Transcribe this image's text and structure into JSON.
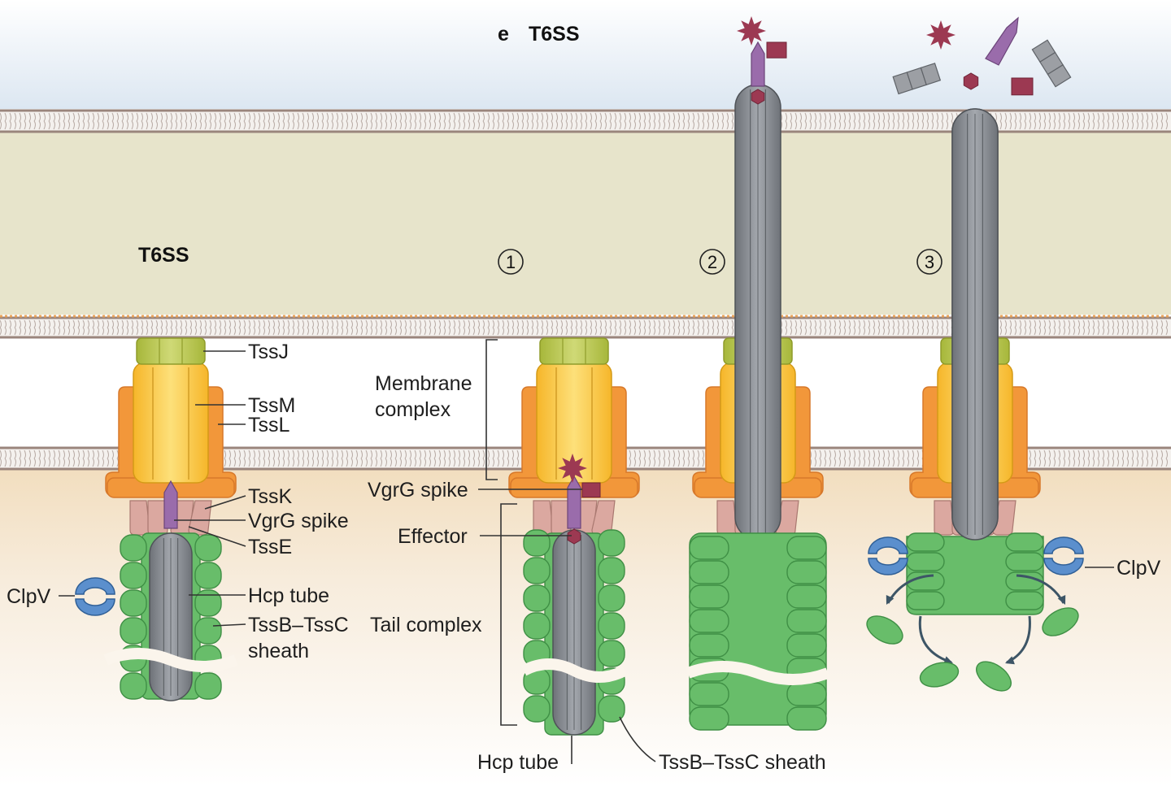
{
  "header": {
    "panel_letter": "e",
    "title": "T6SS"
  },
  "left_panel": {
    "title": "T6SS",
    "labels": {
      "tssj": "TssJ",
      "tssm": "TssM",
      "tssl": "TssL",
      "tssk": "TssK",
      "vgrg": "VgrG spike",
      "tsse": "TssE",
      "clpv": "ClpV",
      "hcp": "Hcp tube",
      "sheath_line1": "TssB–TssC",
      "sheath_line2": "sheath"
    }
  },
  "stages": [
    {
      "number": "1"
    },
    {
      "number": "2"
    },
    {
      "number": "3"
    }
  ],
  "stage1_labels": {
    "membrane_line1": "Membrane",
    "membrane_line2": "complex",
    "vgrg": "VgrG spike",
    "effector": "Effector",
    "tail": "Tail complex",
    "hcp": "Hcp tube",
    "sheath": "TssB–TssC sheath"
  },
  "stage3_labels": {
    "clpv": "ClpV"
  },
  "colors": {
    "outer_space": "#e6eef6",
    "periplasm": "#e7e4cb",
    "cytoplasm": "#f3e3cf",
    "membrane_line": "#9a857c",
    "tssj": "#b9c64a",
    "tssm": "#f8c640",
    "tssl": "#f2973a",
    "baseplate": "#dba8a0",
    "vgrg": "#9a6cab",
    "effector": "#9c3952",
    "hcp": "#8c9097",
    "sheath": "#68bd6a",
    "clpv": "#5b8fcd"
  }
}
